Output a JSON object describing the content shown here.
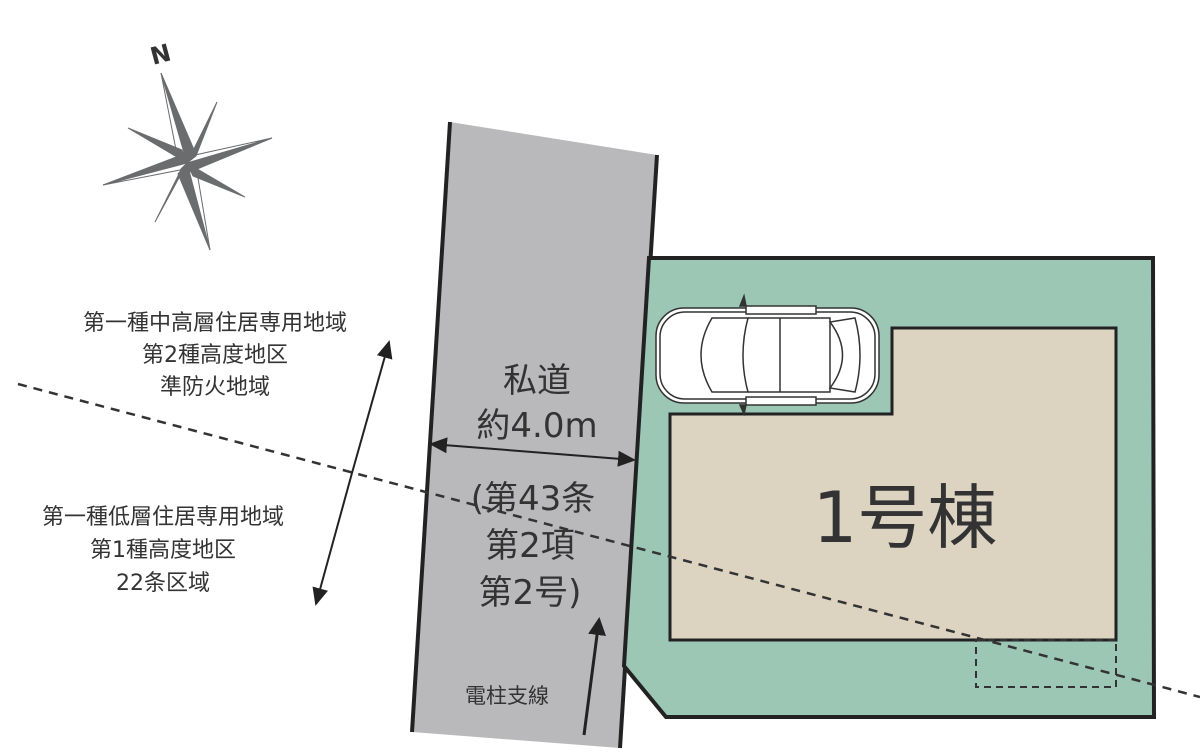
{
  "compass": {
    "north_label": "N"
  },
  "zoning_north": [
    "第一種中高層住居専用地域",
    "第2種高度地区",
    "準防火地域"
  ],
  "zoning_south": [
    "第一種低層住居専用地域",
    "第1種高度地区",
    "22条区域"
  ],
  "road": {
    "name": "私道",
    "width": "約4.0m",
    "article_lines": [
      "(第43条",
      "第2項",
      "第2号)"
    ]
  },
  "pole_wire_label": "電柱支線",
  "building_label": "1号棟",
  "colors": {
    "road": "#b9b9bb",
    "lot": "#9cc7b5",
    "building": "#dcd3c1",
    "ink": "#333333",
    "compass": "#6b6c6e"
  }
}
